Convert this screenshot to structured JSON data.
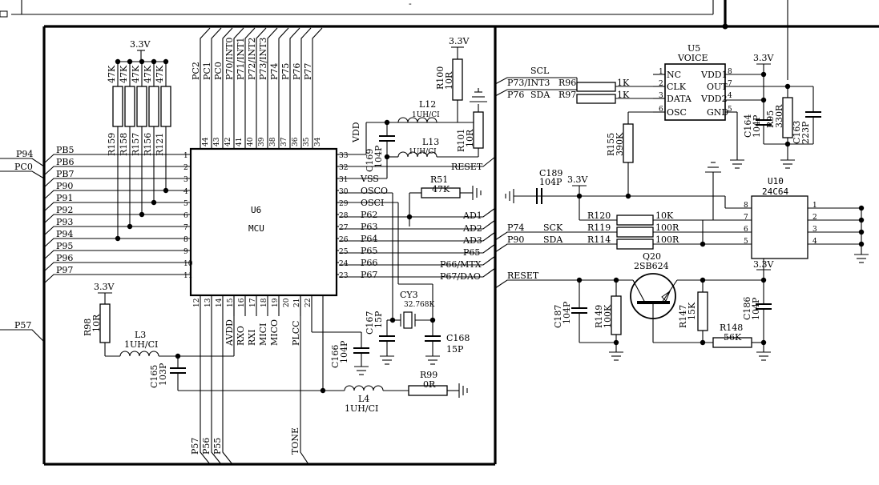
{
  "top_right_label": "-",
  "mcu": {
    "ref": "U6",
    "name": "MCU",
    "left_pins": [
      {
        "num": "1",
        "label": "PB5"
      },
      {
        "num": "2",
        "label": "PB6"
      },
      {
        "num": "3",
        "label": "PB7"
      },
      {
        "num": "4",
        "label": "P90"
      },
      {
        "num": "5",
        "label": "P91"
      },
      {
        "num": "6",
        "label": "P92"
      },
      {
        "num": "7",
        "label": "P93"
      },
      {
        "num": "8",
        "label": "P94"
      },
      {
        "num": "9",
        "label": "P95"
      },
      {
        "num": "10",
        "label": "P96"
      },
      {
        "num": "11",
        "label": "P97"
      }
    ],
    "top_pins": [
      {
        "num": "44",
        "label": "PC2"
      },
      {
        "num": "43",
        "label": "PC1"
      },
      {
        "num": "42",
        "label": "PC0"
      },
      {
        "num": "41",
        "label": "P70/INT0"
      },
      {
        "num": "40",
        "label": "P71/INT1"
      },
      {
        "num": "39",
        "label": "P72/INT2"
      },
      {
        "num": "38",
        "label": "P73/INT3"
      },
      {
        "num": "37",
        "label": "P74"
      },
      {
        "num": "36",
        "label": "P75"
      },
      {
        "num": "35",
        "label": "P76"
      },
      {
        "num": "34",
        "label": "P77"
      }
    ],
    "right_pins": [
      {
        "num": "33",
        "label": "VDD"
      },
      {
        "num": "32",
        "label": ""
      },
      {
        "num": "31",
        "label": "VSS"
      },
      {
        "num": "30",
        "label": "OSCO"
      },
      {
        "num": "29",
        "label": "OSCI"
      },
      {
        "num": "28",
        "label": "P62"
      },
      {
        "num": "27",
        "label": "P63"
      },
      {
        "num": "26",
        "label": "P64"
      },
      {
        "num": "25",
        "label": "P65"
      },
      {
        "num": "24",
        "label": "P66"
      },
      {
        "num": "23",
        "label": "P67"
      }
    ],
    "bottom_pins": [
      {
        "num": "12",
        "label": ""
      },
      {
        "num": "13",
        "label": ""
      },
      {
        "num": "14",
        "label": ""
      },
      {
        "num": "15",
        "label": "AVDD"
      },
      {
        "num": "16",
        "label": "RXO"
      },
      {
        "num": "17",
        "label": "RXI"
      },
      {
        "num": "18",
        "label": "MICI"
      },
      {
        "num": "19",
        "label": "MICO"
      },
      {
        "num": "20",
        "label": ""
      },
      {
        "num": "21",
        "label": "PLCC"
      },
      {
        "num": "22",
        "label": ""
      }
    ]
  },
  "left_nets": {
    "p94": "P94",
    "pc0": "PC0",
    "p57": "P57"
  },
  "right_nets": [
    "RESET",
    "AD1",
    "AD2",
    "AD3",
    "P65",
    "P66/MTX",
    "P67/DAO"
  ],
  "bottom_nets": [
    "P57",
    "P56",
    "P55",
    "TONE"
  ],
  "pullups": {
    "supply": "3.3V",
    "values": [
      "47K",
      "47K",
      "47K",
      "47K",
      "47K"
    ],
    "refs": [
      "R159",
      "R158",
      "R157",
      "R156",
      "R121"
    ]
  },
  "components": {
    "r100": {
      "ref": "R100",
      "value": "10R",
      "supply": "3.3V"
    },
    "r101": {
      "ref": "R101",
      "value": "10R"
    },
    "l12": {
      "ref": "L12",
      "value": "1UH/CI"
    },
    "l13": {
      "ref": "L13",
      "value": "1UH/CI"
    },
    "c169": {
      "ref": "C169",
      "value": "104P"
    },
    "r51": {
      "ref": "R51",
      "value": "47K"
    },
    "cy3": {
      "ref": "CY3",
      "value": "32.768K"
    },
    "c167": {
      "ref": "C167",
      "value": "15P"
    },
    "c168": {
      "ref": "C168",
      "value": "15P"
    },
    "c166": {
      "ref": "C166",
      "value": "104P"
    },
    "r99": {
      "ref": "R99",
      "value": "0R"
    },
    "l4": {
      "ref": "L4",
      "value": "1UH/CI"
    },
    "r98": {
      "ref": "R98",
      "value": "10R",
      "supply": "3.3V"
    },
    "l3": {
      "ref": "L3",
      "value": "1UH/CI"
    },
    "c165": {
      "ref": "C165",
      "value": "103P"
    }
  },
  "voice": {
    "ref": "U5",
    "name": "VOICE",
    "left_pins": [
      {
        "num": "1",
        "label": "NC"
      },
      {
        "num": "2",
        "label": "CLK"
      },
      {
        "num": "3",
        "label": "DATA"
      },
      {
        "num": "6",
        "label": "OSC"
      }
    ],
    "right_pins": [
      {
        "num": "8",
        "label": "VDD1"
      },
      {
        "num": "7",
        "label": "OUT"
      },
      {
        "num": "4",
        "label": "VDD2"
      },
      {
        "num": "5",
        "label": "GND"
      }
    ],
    "nets": {
      "scl": "SCL",
      "sda": "SDA",
      "in1": "P73/INT3",
      "in2": "P76"
    },
    "r96": {
      "ref": "R96",
      "value": "1K"
    },
    "r97": {
      "ref": "R97",
      "value": "1K"
    },
    "r155": {
      "ref": "R155",
      "value": "390K"
    },
    "r95": {
      "ref": "R95",
      "value": "330R"
    },
    "c164": {
      "ref": "C164",
      "value": "104P"
    },
    "c163": {
      "ref": "C163",
      "value": "223P"
    },
    "supply": "3.3V"
  },
  "eeprom": {
    "ref": "U10",
    "name": "24C64",
    "left_pins": [
      "8",
      "7",
      "6",
      "5"
    ],
    "right_pins": [
      "1",
      "2",
      "3",
      "4"
    ],
    "c189": {
      "ref": "C189",
      "value": "104P",
      "supply": "3.3V"
    },
    "r120": {
      "ref": "R120",
      "value": "10K"
    },
    "r119": {
      "ref": "R119",
      "value": "100R"
    },
    "r114": {
      "ref": "R114",
      "value": "100R"
    },
    "nets": {
      "sck_port": "P74",
      "sck": "SCK",
      "sda_port": "P90",
      "sda": "SDA"
    }
  },
  "reset_circuit": {
    "net": "RESET",
    "q20": {
      "ref": "Q20",
      "value": "2SB624"
    },
    "c187": {
      "ref": "C187",
      "value": "104P"
    },
    "r149": {
      "ref": "R149",
      "value": "100K"
    },
    "r147": {
      "ref": "R147",
      "value": "15K"
    },
    "r148": {
      "ref": "R148",
      "value": "56K"
    },
    "c186": {
      "ref": "C186",
      "value": "104P"
    },
    "supply": "3.3V"
  }
}
